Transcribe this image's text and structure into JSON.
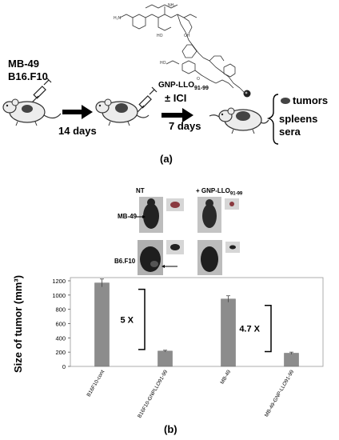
{
  "panel_a": {
    "cell_lines": [
      "MB-49",
      "B16.F10"
    ],
    "step1_label": "14 days",
    "treatment_label": "GNP-LLO",
    "treatment_subscript": "91-99",
    "ici_label": "± ICI",
    "step2_label": "7 days",
    "outputs": [
      "tumors",
      "spleens",
      "sera"
    ],
    "caption": "(a)"
  },
  "panel_b": {
    "photo_col_nt": "NT",
    "photo_col_treated": "+ GNP-LLO",
    "photo_col_treated_sub": "91-99",
    "photo_row_mb49": "MB-49",
    "photo_row_b16": "B6.F10",
    "caption": "(b)"
  },
  "colors": {
    "bar": "#8c8c8c",
    "axis": "#555555"
  },
  "chart_data": {
    "type": "bar",
    "categories": [
      "B16F10-cont",
      "B16F10-GNPLLO91-99",
      "MB-49",
      "MB-49-GNP-LLO91-99"
    ],
    "values": [
      1170,
      215,
      945,
      185
    ],
    "errors": [
      55,
      12,
      45,
      15
    ],
    "ylabel": "Size of tumor (mm³)",
    "yticks": [
      "0",
      "200",
      "400",
      "600",
      "800",
      "1000",
      "1200"
    ],
    "ylim": [
      0,
      1200
    ],
    "annotations": [
      "5 X",
      "4.7 X"
    ]
  }
}
